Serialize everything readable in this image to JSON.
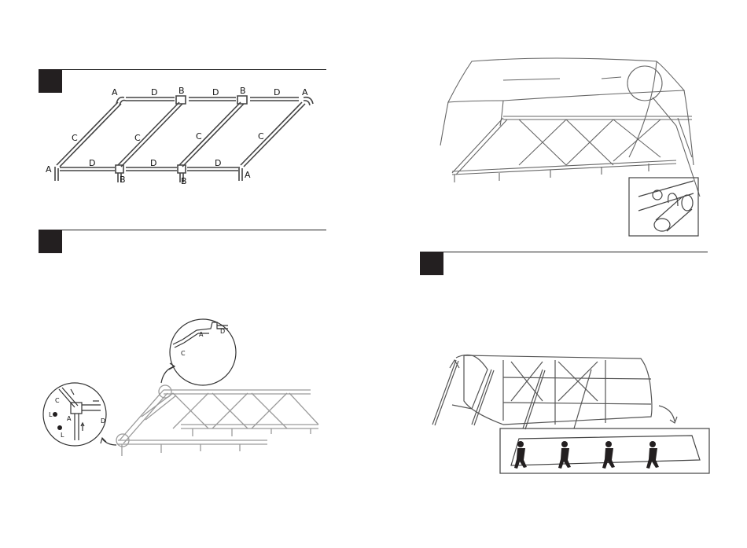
{
  "steps": [
    {
      "id": "step-1",
      "number": "",
      "labels": [
        "A",
        "D",
        "B",
        "D",
        "B",
        "D",
        "A",
        "C",
        "C",
        "C",
        "C",
        "A",
        "D",
        "B",
        "D",
        "B",
        "D",
        "A"
      ]
    },
    {
      "id": "step-2",
      "number": "",
      "detail_labels": [
        "C",
        "A",
        "D"
      ],
      "joint_labels": [
        "C",
        "L",
        "A",
        "L",
        "D"
      ]
    },
    {
      "id": "step-3",
      "number": ""
    },
    {
      "id": "step-4",
      "number": ""
    }
  ],
  "colors": {
    "ink": "#231f20",
    "line": "#555555",
    "paper": "#ffffff"
  }
}
